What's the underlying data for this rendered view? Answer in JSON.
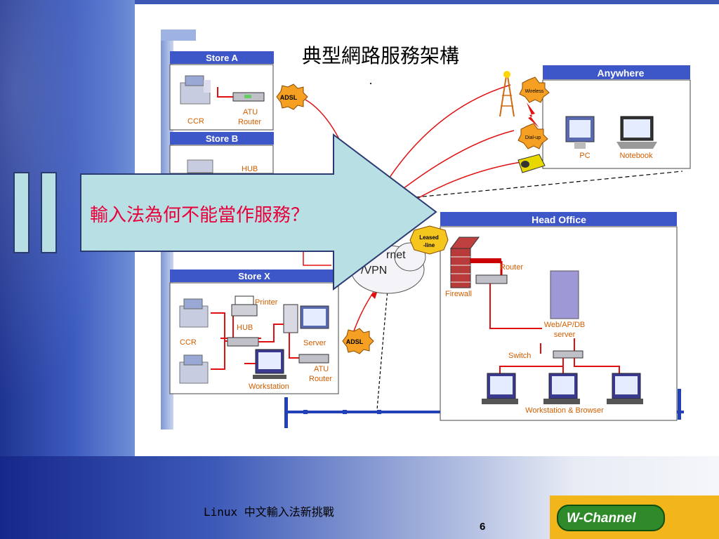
{
  "slide": {
    "title": "典型網路服務架構",
    "question": "輸入法為何不能當作服務？",
    "footer": "Linux 中文輸入法新挑戰",
    "page_number": "6",
    "logo_text": "W-Channel"
  },
  "diagram": {
    "panels": {
      "store_a": "Store A",
      "store_b": "Store B",
      "store_x": "Store X",
      "anywhere": "Anywhere",
      "head_office": "Head Office"
    },
    "labels": {
      "ccr": "CCR",
      "atu": "ATU",
      "router": "Router",
      "hub": "HUB",
      "printer": "Printer",
      "server": "Server",
      "workstation": "Workstation",
      "pc": "PC",
      "notebook": "Notebook",
      "firewall": "Firewall",
      "web_server_1": "Web/AP/DB",
      "web_server_2": "server",
      "switch": "Switch",
      "workstation_browser": "Workstation & Browser",
      "internet_1": "rnet",
      "internet_2": "/VPN"
    },
    "badges": {
      "adsl": "ADSL",
      "wireless": "Wireless",
      "dialup": "Dial-up",
      "leased_1": "Leased",
      "leased_2": "-line"
    }
  },
  "colors": {
    "panel_header": "#3d56c8",
    "link_line": "#e01010",
    "badge_orange": "#f5a023",
    "question_text": "#e8003a",
    "arrow_fill": "#b7dfe4",
    "logo_bg": "#f3b61a",
    "logo_pill": "#2f8a2a"
  }
}
